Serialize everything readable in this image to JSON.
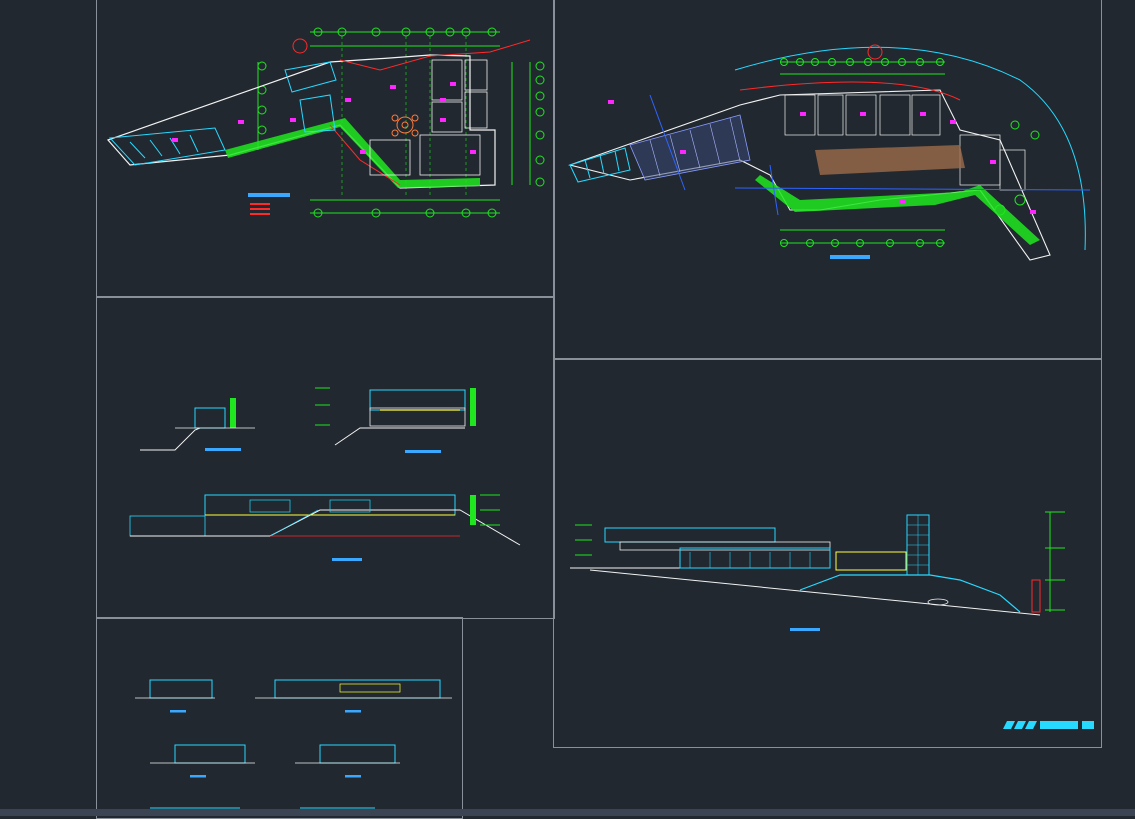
{
  "app": {
    "background": "#212830",
    "line_colors": {
      "cyan": "#27d9ff",
      "green": "#1fe61f",
      "red": "#ff2a2a",
      "magenta": "#ff27ff",
      "yellow": "#ffff3a",
      "white": "#f2f2f2",
      "blue": "#2f64ff",
      "brown": "#9c6a4a"
    }
  },
  "drawings": {
    "plan_left": {
      "title_icon": "drawing-title",
      "scale_icon": "scale-text"
    },
    "plan_right": {
      "title_icon": "drawing-title",
      "scale_icon": "scale-text"
    },
    "section_1": {
      "title_icon": "drawing-title"
    },
    "section_2": {
      "title_icon": "drawing-title"
    },
    "section_3": {
      "title_icon": "drawing-title"
    },
    "elevation_a": {
      "title_icon": "drawing-title"
    },
    "elevations_small": {
      "count": 6
    }
  },
  "titleblock": {
    "icon": "title-block-bar"
  }
}
